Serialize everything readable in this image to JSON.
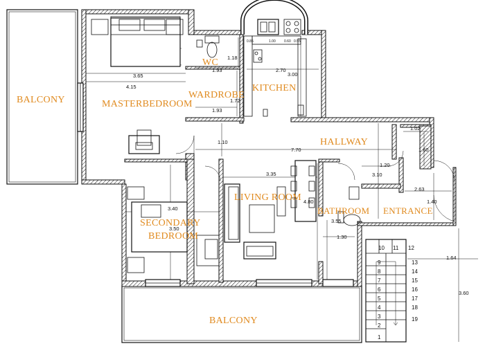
{
  "rooms": {
    "balcony_left": "BALCONY",
    "master_bedroom": "MASTERBEDROOM",
    "wc": "WC",
    "wardrobe": "WARDROBE",
    "kitchen": "KITCHEN",
    "hallway": "HALLWAY",
    "living_room": "LIVING ROOM",
    "secondary_bedroom_1": "SECONDARY",
    "secondary_bedroom_2": "BEDROOM",
    "bathroom": "BATHROOM",
    "entrance": "ENTRANCE",
    "balcony_bottom": "BALCONY"
  },
  "dimensions": {
    "master_width_inner": "3.65",
    "master_width_outer": "4.15",
    "wc_width": "1.93",
    "wc_height": "1.18",
    "wardrobe_width": "1.93",
    "wardrobe_height": "1.72",
    "kitchen_width": "2.70",
    "kitchen_height": "3.00",
    "hall_gap": "1.10",
    "hallway_length": "7.70",
    "entrance_top": "1.02",
    "entrance_side": "1.60",
    "hall_small": "1.20",
    "hall_height": "3.10",
    "entrance_width": "2.63",
    "entrance_height": "1.40",
    "living_width": "3.35",
    "living_height": "4.80",
    "secondary_width": "3.40",
    "secondary_height": "3.50",
    "bath_height": "3.55",
    "bath_width": "1.30",
    "stair_width": "1.64",
    "stair_height": "3.60"
  },
  "fixtures": {
    "worktop_a": "0.85",
    "worktop_b": "1.00",
    "worktop_c": "0.60",
    "worktop_d": "0.55"
  },
  "stairs": {
    "steps_left": [
      "10",
      "9",
      "8",
      "7",
      "6",
      "5",
      "4",
      "3",
      "2",
      "1"
    ],
    "steps_top": [
      "11",
      "12"
    ],
    "steps_right": [
      "13",
      "14",
      "15",
      "16",
      "17",
      "18",
      "19"
    ]
  }
}
